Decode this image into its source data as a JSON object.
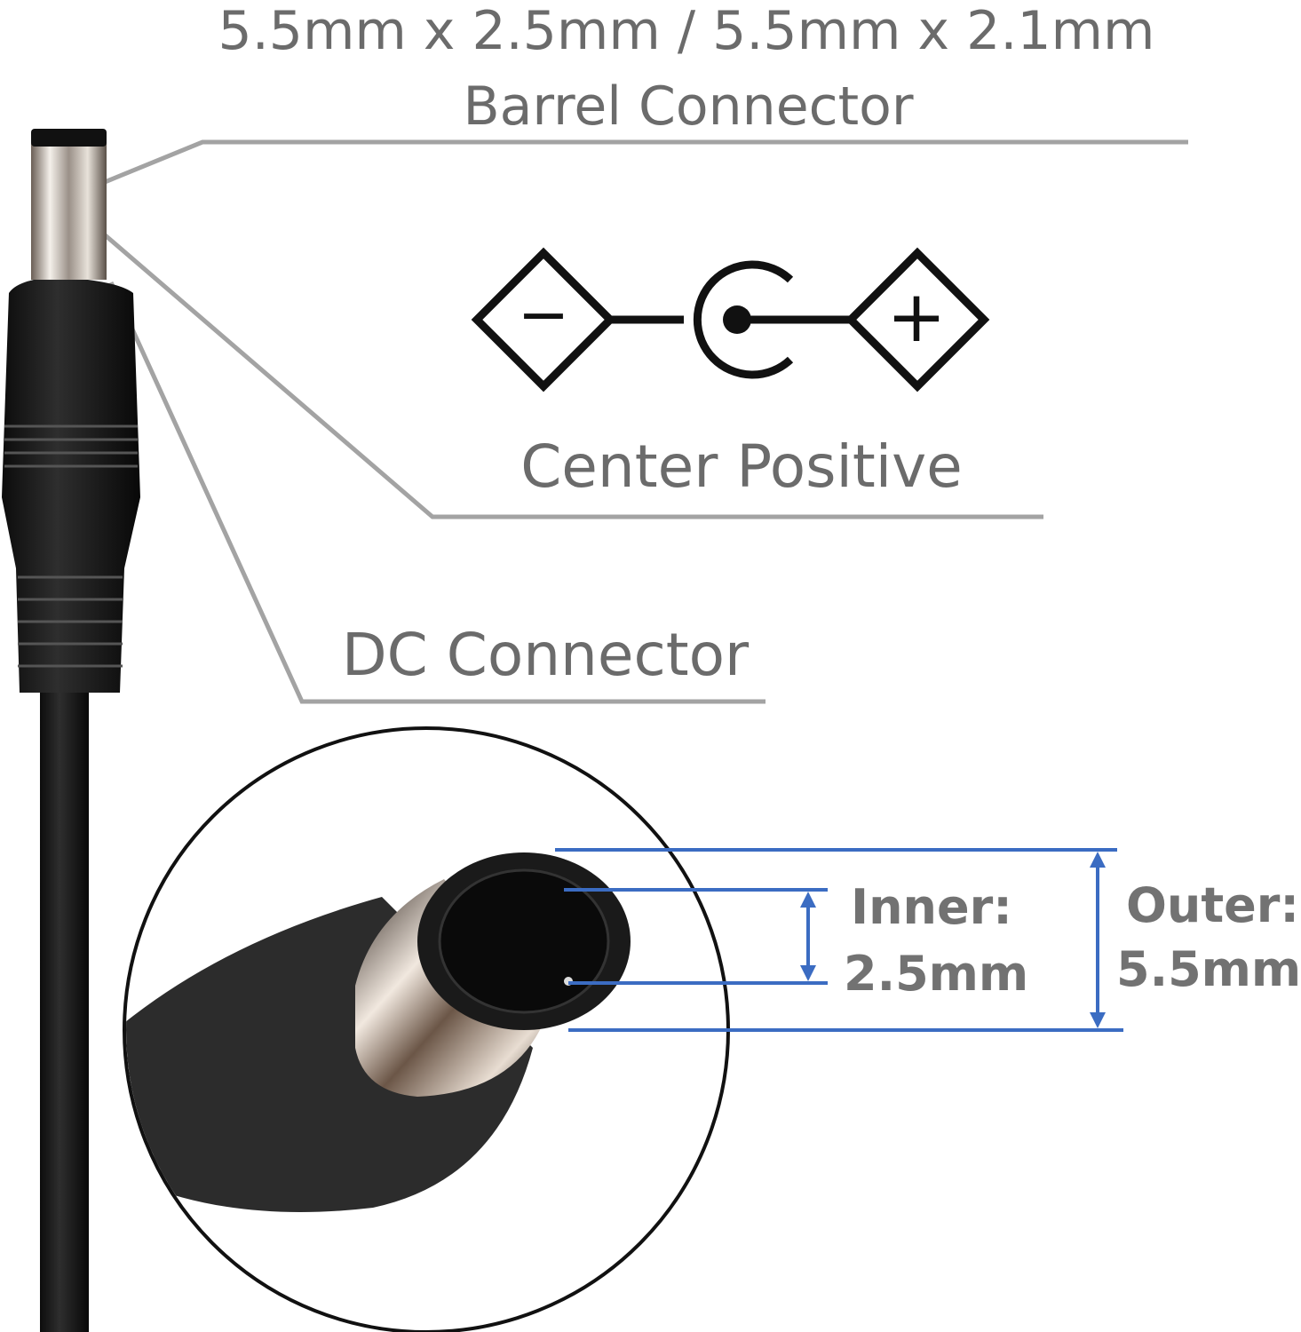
{
  "title": {
    "line1": "5.5mm x 2.5mm / 5.5mm x 2.1mm",
    "line2": "Barrel Connector"
  },
  "polarity": {
    "label": "Center Positive",
    "negative_symbol": "−",
    "positive_symbol": "+",
    "icon": "center-positive-polarity-icon"
  },
  "connector_label": "DC Connector",
  "dimensions": {
    "inner_label": "Inner:",
    "inner_value": "2.5mm",
    "outer_label": "Outer:",
    "outer_value": "5.5mm"
  },
  "colors": {
    "text": "#6b6b6b",
    "leader_line": "#a3a3a3",
    "dimension_line": "#3b6cc2"
  }
}
